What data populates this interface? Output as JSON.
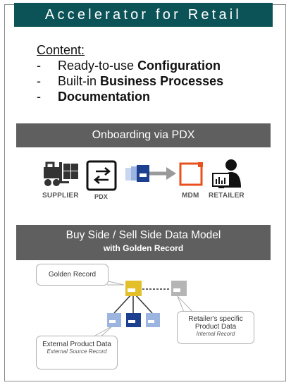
{
  "title": "Accelerator for Retail",
  "content": {
    "heading": "Content",
    "items": [
      {
        "plain": "Ready-to-use ",
        "bold": "Configuration"
      },
      {
        "plain": "Built-in ",
        "bold": "Business Processes"
      },
      {
        "plain": "",
        "bold": "Documentation"
      }
    ]
  },
  "onboarding": {
    "banner": "Onboarding via PDX",
    "labels": {
      "supplier": "SUPPLIER",
      "pdx": "PDX",
      "mdm": "MDM",
      "retailer": "RETAILER"
    }
  },
  "datamodel": {
    "banner_line1": "Buy Side / Sell Side Data Model",
    "banner_line2": "with Golden Record",
    "golden_record": "Golden Record",
    "external_title": "External Product Data",
    "external_sub": "External Source Record",
    "retailer_title": "Retailer's specific Product Data",
    "retailer_sub": "Internal Record"
  },
  "colors": {
    "title_bg": "#0c5358",
    "band_bg": "#5f5f5f",
    "mdm_orange": "#e8501e",
    "gold": "#e3c02a",
    "navy": "#1c3f8f",
    "light_blue": "#9bb4e0"
  }
}
